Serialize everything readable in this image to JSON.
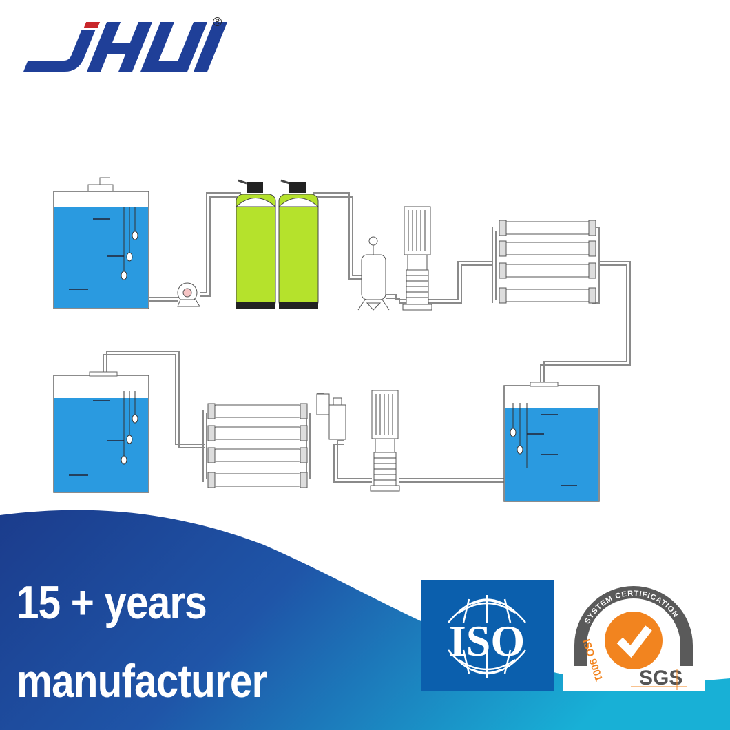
{
  "brand": {
    "logo_text": "JHUI",
    "registered_mark": "®",
    "colors": {
      "logo_blue": "#1f3f98",
      "logo_red": "#c8262a"
    }
  },
  "diagram": {
    "colors": {
      "water": "#2a9ae0",
      "filter_media": "#b5e22c",
      "pipe": "#8a8a8a"
    }
  },
  "banner": {
    "line1": "15 + years",
    "line2": "manufacturer",
    "colors": {
      "gradient_start": "#1b3c8c",
      "gradient_end": "#18b0d6"
    }
  },
  "certifications": {
    "iso": {
      "label": "ISO",
      "color": "#0b5fad"
    },
    "sgs": {
      "arc_text": "SYSTEM CERTIFICATION",
      "standard": "ISO 9001",
      "label": "SGS",
      "accent": "#f2841f"
    }
  }
}
